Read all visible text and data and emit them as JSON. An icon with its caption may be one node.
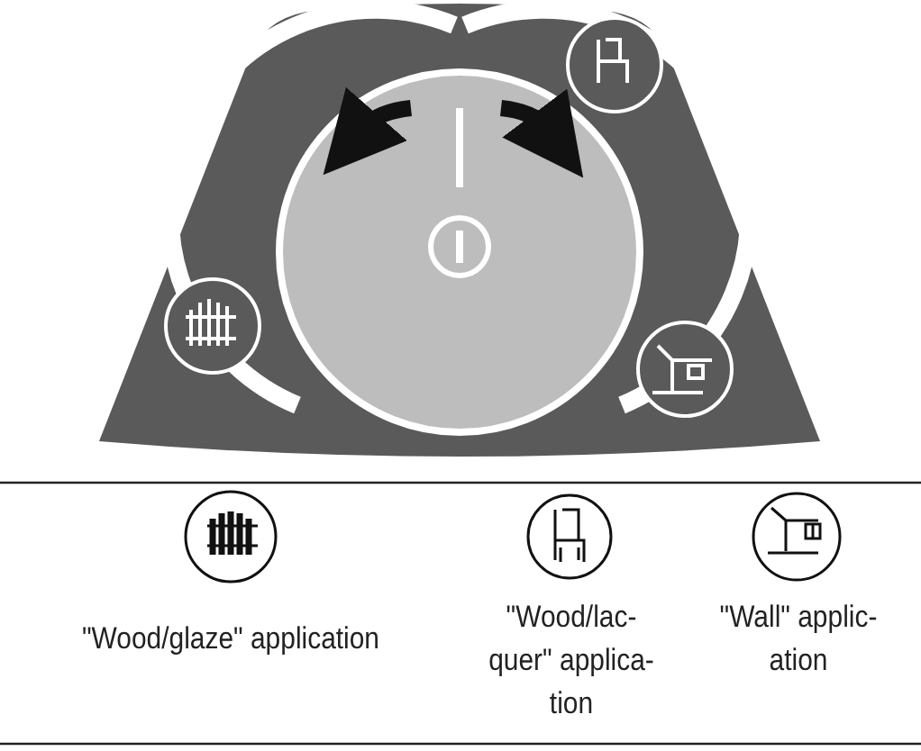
{
  "diagram": {
    "labels": [
      "\"Wood/glaze\" application",
      "\"Wood/lac- quer\" applica- tion",
      "\"Wall\" applic- ation"
    ]
  }
}
